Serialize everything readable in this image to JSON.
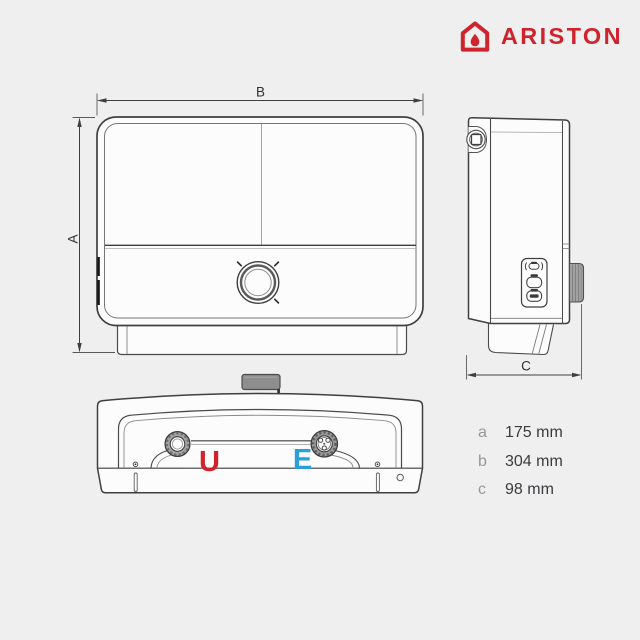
{
  "colors": {
    "background": "#efefef",
    "drawing_line": "#3f3f3f",
    "drawing_fill": "#fcfcfc",
    "brand_red": "#cf232e",
    "outlet_red": "#d2232a",
    "inlet_blue": "#2b9fd8",
    "table_label_gray": "#97979c",
    "table_value_dark": "#3b3b3f"
  },
  "logo": {
    "brand": "ARISTON"
  },
  "views": {
    "front": {
      "width_label": "B",
      "height_label": "A"
    },
    "side": {
      "depth_label": "C"
    },
    "bottom": {
      "outlet_label": "U",
      "inlet_label": "E"
    }
  },
  "legend": {
    "rows": [
      {
        "label": "a",
        "value": "175 mm"
      },
      {
        "label": "b",
        "value": "304 mm"
      },
      {
        "label": "c",
        "value": "98 mm"
      }
    ]
  }
}
